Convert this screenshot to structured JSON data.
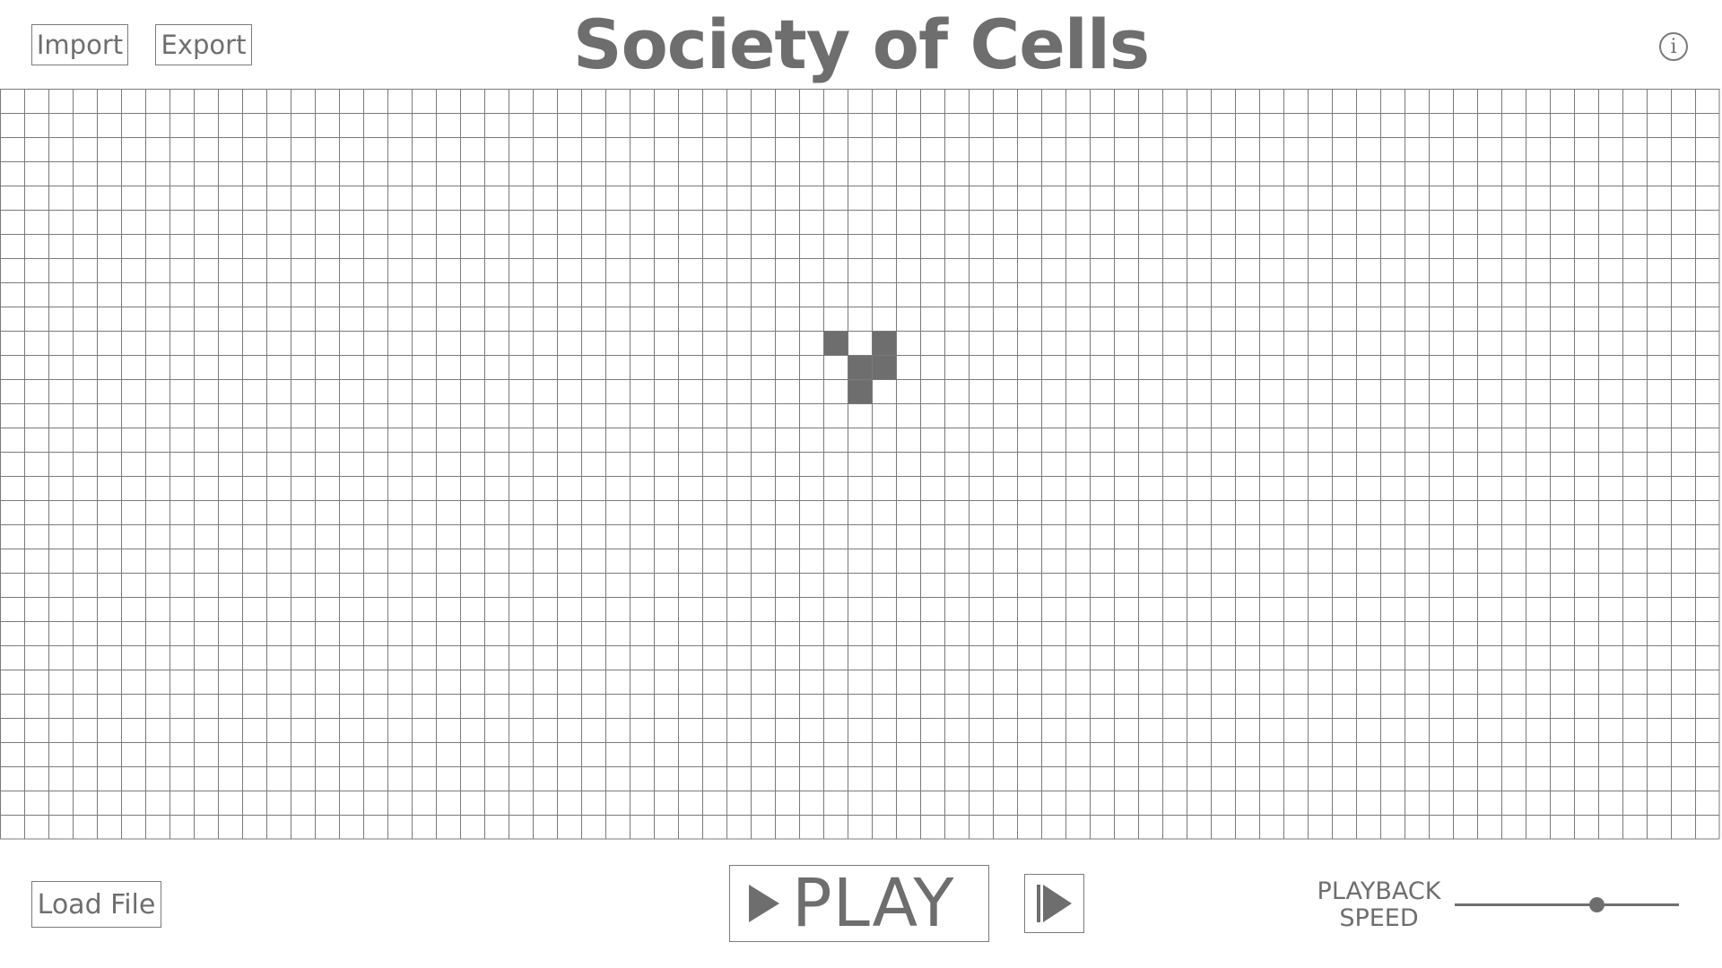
{
  "header": {
    "import_label": "Import",
    "export_label": "Export",
    "title": "Society of Cells",
    "info_label": "i"
  },
  "grid": {
    "columns": 71,
    "rows": 31,
    "line_color": "#7a7a7a",
    "cell_color": "#6e6e6e",
    "live_cells": [
      [
        34,
        10
      ],
      [
        36,
        10
      ],
      [
        35,
        11
      ],
      [
        36,
        11
      ],
      [
        35,
        12
      ]
    ]
  },
  "controls": {
    "load_label": "Load File",
    "play_label": "PLAY",
    "step_icon": "step-forward-icon",
    "play_icon": "play-icon",
    "speed_label_line1": "PLAYBACK",
    "speed_label_line2": "SPEED",
    "speed_value": 0.63
  }
}
